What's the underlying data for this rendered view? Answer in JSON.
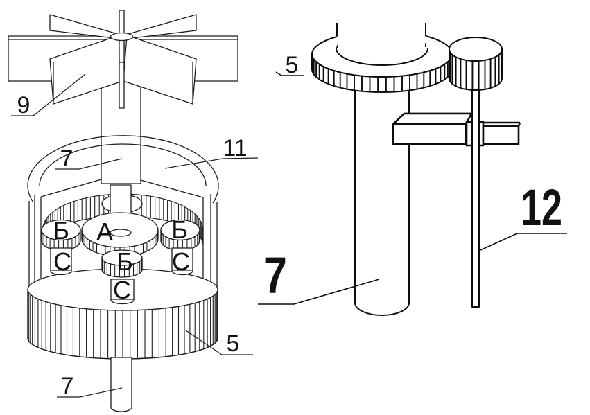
{
  "diagram": {
    "colors": {
      "line": "#1c1c1c",
      "line_heavy": "#0d0d0d",
      "background": "#ffffff"
    },
    "left": {
      "label_impeller": "9",
      "label_shaft_upper": "7",
      "label_housing": "11",
      "label_main_gear": "5",
      "label_shaft_lower": "7",
      "label_sun_gear": "А",
      "label_planet_left": "Б",
      "label_planet_right": "Б",
      "label_planet_front": "Б",
      "label_pinion_left": "С",
      "label_pinion_right": "С",
      "label_pinion_front": "С"
    },
    "right": {
      "label_gear_ring": "5",
      "label_pipe": "7",
      "label_rod": "12"
    }
  }
}
